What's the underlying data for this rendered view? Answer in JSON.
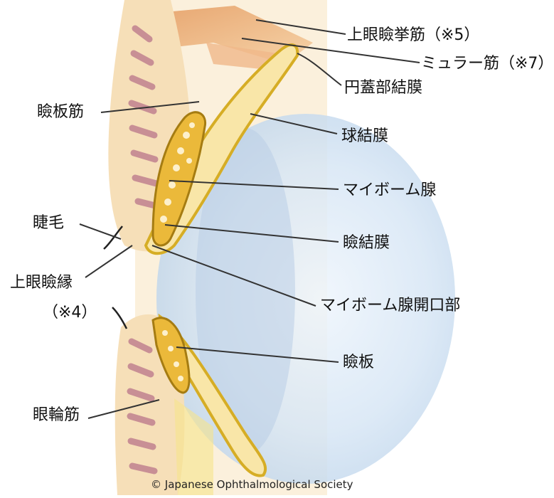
{
  "diagram": {
    "labels": {
      "levator": "上眼瞼挙筋（※5）",
      "muller": "ミュラー筋（※7）",
      "fornix": "円蓋部結膜",
      "tarsal_muscle": "瞼板筋",
      "bulbar": "球結膜",
      "meibomian": "マイボーム腺",
      "eyelash": "睫毛",
      "palpebral_conj": "瞼結膜",
      "upper_lid_margin": "上眼瞼縁",
      "upper_lid_margin_note": "（※4）",
      "meibomian_orifice": "マイボーム腺開口部",
      "tarsus": "瞼板",
      "orbicularis": "眼輪筋"
    },
    "credit": "© Japanese Ophthalmological Society"
  }
}
